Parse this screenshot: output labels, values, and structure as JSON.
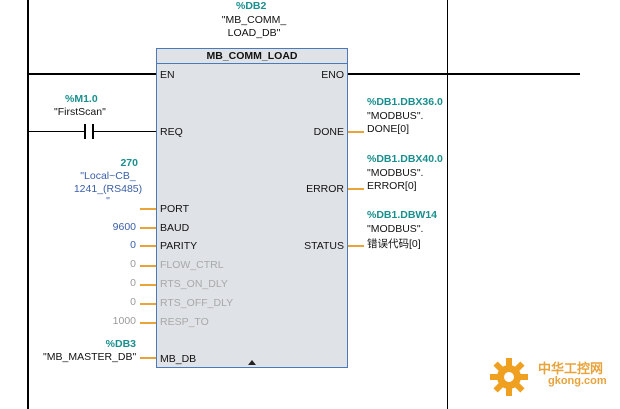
{
  "instance": {
    "db": "%DB2",
    "name_line1": "\"MB_COMM_",
    "name_line2": "LOAD_DB\""
  },
  "block": {
    "title": "MB_COMM_LOAD",
    "en": "EN",
    "eno": "ENO"
  },
  "inputs": {
    "req": {
      "pin": "REQ",
      "address": "%M1.0",
      "symbol": "\"FirstScan\""
    },
    "port": {
      "pin": "PORT",
      "value": "270",
      "comment_lines": [
        "\"Local~CB_",
        "1241_(RS485)",
        "\""
      ]
    },
    "baud": {
      "pin": "BAUD",
      "value": "9600"
    },
    "parity": {
      "pin": "PARITY",
      "value": "0"
    },
    "flow_ctrl": {
      "pin": "FLOW_CTRL",
      "value": "0"
    },
    "rts_on_dly": {
      "pin": "RTS_ON_DLY",
      "value": "0"
    },
    "rts_off_dly": {
      "pin": "RTS_OFF_DLY",
      "value": "0"
    },
    "resp_to": {
      "pin": "RESP_TO",
      "value": "1000"
    },
    "mb_db": {
      "pin": "MB_DB",
      "address": "%DB3",
      "symbol": "\"MB_MASTER_DB\""
    }
  },
  "outputs": {
    "done": {
      "pin": "DONE",
      "address": "%DB1.DBX36.0",
      "line1": "\"MODBUS\".",
      "line2": "DONE[0]"
    },
    "error": {
      "pin": "ERROR",
      "address": "%DB1.DBX40.0",
      "line1": "\"MODBUS\".",
      "line2": "ERROR[0]"
    },
    "status": {
      "pin": "STATUS",
      "address": "%DB1.DBW14",
      "line1": "\"MODBUS\".",
      "line2": "错误代码[0]"
    }
  },
  "watermark": {
    "text_cn": "中华工控网",
    "text_url": "gkong.com"
  },
  "colors": {
    "teal": "#1a8f8f",
    "orange_wire": "#e8a33a",
    "box_fill": "#dfe2e6",
    "box_border": "#4a7ab8"
  }
}
